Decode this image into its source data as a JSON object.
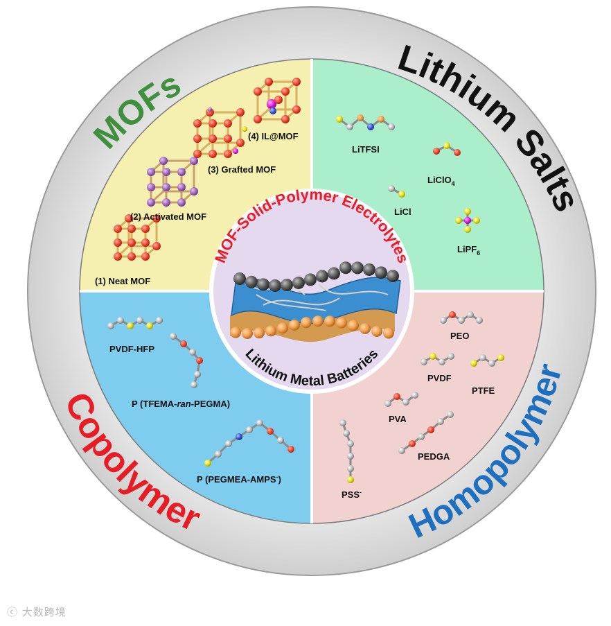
{
  "ring_labels": {
    "mofs": "MOFs",
    "lithium_salts": "Lithium Salts",
    "homopolymer": "Homopolymer",
    "copolymer": "Copolymer"
  },
  "center": {
    "top": "MOF-Solid-Polymer Electrolytes",
    "bottom": "Lithium Metal Batteries"
  },
  "mof_items": [
    "(1) Neat MOF",
    "(2) Activated MOF",
    "(3) Grafted MOF",
    "(4) IL@MOF"
  ],
  "salts": {
    "litfsi": "LiTFSI",
    "liclo": "LiClO",
    "liclo_sub": "4",
    "licl": "LiCl",
    "lipf": "LiPF",
    "lipf_sub": "6"
  },
  "homo": {
    "peo": "PEO",
    "pvdf": "PVDF",
    "ptfe": "PTFE",
    "pva": "PVA",
    "pedga": "PEDGA",
    "pss": "PSS",
    "pss_sup": "-"
  },
  "copo": {
    "pvdf_hfp": "PVDF-HFP",
    "tfema_pre": "P (TFEMA-",
    "tfema_ran": "ran",
    "tfema_post": "-PEGMA)",
    "pegmea": "P (PEGMEA-AMPS",
    "pegmea_sup": "-",
    "pegmea_close": ")"
  },
  "watermark": "大数跨境",
  "colors": {
    "mofs_quadrant": "#f5efb0",
    "salts_quadrant": "#aaeecb",
    "homo_quadrant": "#f2d2d0",
    "copo_quadrant": "#7fcdee",
    "center_disk": "#e4d9ef",
    "mofs_label": "#3f8f3f",
    "salts_label": "#111111",
    "homo_label": "#1f6fc0",
    "copo_label": "#e81c24",
    "center_top_label": "#e81c24",
    "center_bottom_label": "#111111"
  }
}
